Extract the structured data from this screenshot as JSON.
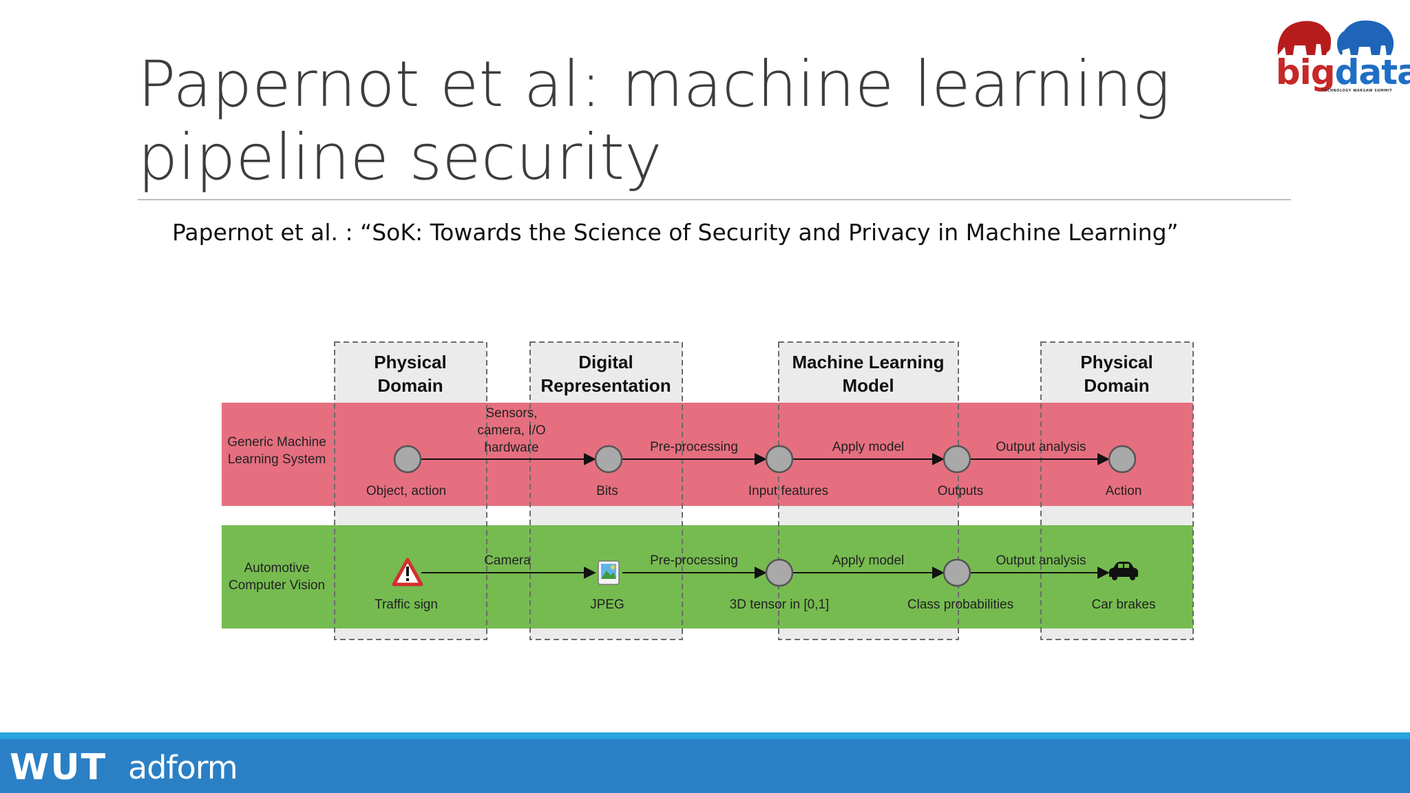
{
  "slide": {
    "title": "Papernot et al: machine learning pipeline security",
    "subtitle": "Papernot et al. : “SoK: Towards the Science of Security and Privacy in Machine Learning”"
  },
  "logo": {
    "big": "big",
    "data": "data",
    "tagline": "TECHNOLOGY WARSAW SUMMIT"
  },
  "footer": {
    "wut": "WUT",
    "adform": "adform"
  },
  "colors": {
    "generic_row": "#e4697a",
    "auto_row": "#72b94a",
    "column_box": "#ebebeb",
    "footer": "#2b80c5"
  },
  "diagram": {
    "columns": [
      {
        "line1": "Physical",
        "line2": "Domain"
      },
      {
        "line1": "Digital",
        "line2": "Representation"
      },
      {
        "line1": "Machine Learning",
        "line2": "Model"
      },
      {
        "line1": "Physical",
        "line2": "Domain"
      }
    ],
    "rows": [
      {
        "label_line1": "Generic Machine",
        "label_line2": "Learning System",
        "nodes": [
          "Object, action",
          "Bits",
          "Input features",
          "Outputs",
          "Action"
        ],
        "edges": [
          {
            "line1": "Sensors,",
            "line2": "camera, I/O",
            "line3": "hardware"
          },
          {
            "line1": "Pre-processing"
          },
          {
            "line1": "Apply model"
          },
          {
            "line1": "Output analysis"
          }
        ]
      },
      {
        "label_line1": "Automotive",
        "label_line2": "Computer Vision",
        "nodes": [
          "Traffic sign",
          "JPEG",
          "3D tensor in [0,1]",
          "Class probabilities",
          "Car brakes"
        ],
        "node_icons": [
          "warning-sign-icon",
          "jpeg-image-icon",
          "node-circle",
          "node-circle",
          "car-icon"
        ],
        "edges": [
          {
            "line1": "Camera"
          },
          {
            "line1": "Pre-processing"
          },
          {
            "line1": "Apply model"
          },
          {
            "line1": "Output analysis"
          }
        ]
      }
    ]
  }
}
